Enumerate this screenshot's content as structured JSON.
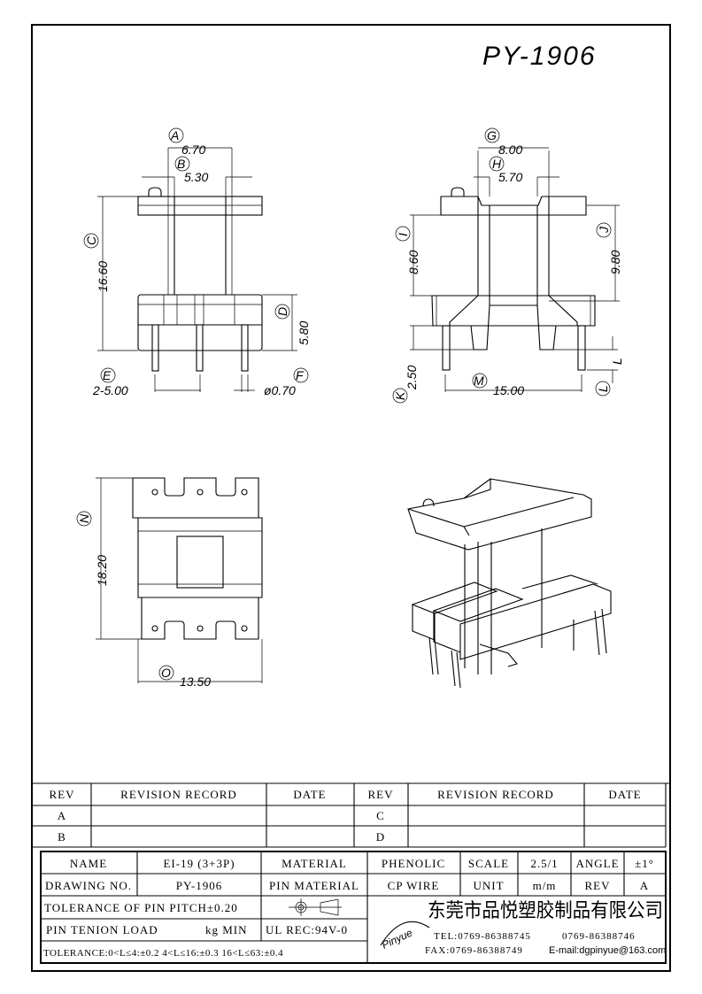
{
  "drawing_number_title": "PY-1906",
  "front_view": {
    "A": "A",
    "A_value": "6.70",
    "B": "B",
    "B_value": "5.30",
    "C": "C",
    "C_value": "16.60",
    "D": "D",
    "D_value": "5.80",
    "E": "E",
    "E_value": "2-5.00",
    "F": "F",
    "F_value": "ø0.70"
  },
  "side_view": {
    "G": "G",
    "G_value": "8.00",
    "H": "H",
    "H_value": "5.70",
    "I": "I",
    "I_value": "8.60",
    "J": "J",
    "J_value": "9.80",
    "K": "K",
    "K_value": "2.50",
    "L": "L",
    "L_value": "L",
    "M": "M",
    "M_value": "15.00"
  },
  "bottom_view": {
    "N": "N",
    "N_value": "18.20",
    "O": "O",
    "O_value": "13.50"
  },
  "revision_table": {
    "headers": [
      "REV",
      "REVISION RECORD",
      "DATE",
      "REV",
      "REVISION RECORD",
      "DATE"
    ],
    "rows": [
      [
        "A",
        "",
        "",
        "C",
        "",
        ""
      ],
      [
        "B",
        "",
        "",
        "D",
        "",
        ""
      ]
    ]
  },
  "title_block": {
    "name_label": "NAME",
    "name_value": "EI-19 (3+3P)",
    "material_label": "MATERIAL",
    "material_value": "PHENOLIC",
    "scale_label": "SCALE",
    "scale_value": "2.5/1",
    "angle_label": "ANGLE",
    "angle_value": "±1°",
    "drawing_no_label": "DRAWING NO.",
    "drawing_no_value": "PY-1906",
    "pin_material_label": "PIN MATERIAL",
    "pin_material_value": "CP WIRE",
    "unit_label": "UNIT",
    "unit_value": "m/m",
    "rev_label": "REV",
    "rev_value": "A",
    "pin_pitch_tolerance": "TOLERANCE OF PIN PITCH±0.20",
    "pin_tension_label": "PIN TENION LOAD",
    "pin_tension_unit": "kg MIN",
    "ul_rec": "UL REC:94V-0",
    "tolerance": "TOLERANCE:0<L≤4:±0.2  4<L≤16:±0.3  16<L≤63:±0.4",
    "logo_text": "Pinyue",
    "company": "东莞市品悦塑胶制品有限公司",
    "tel": "TEL:0769-86388745",
    "tel2": "0769-86388746",
    "fax": "FAX:0769-86388749",
    "email": "E-mail:dgpinyue@163.com"
  }
}
